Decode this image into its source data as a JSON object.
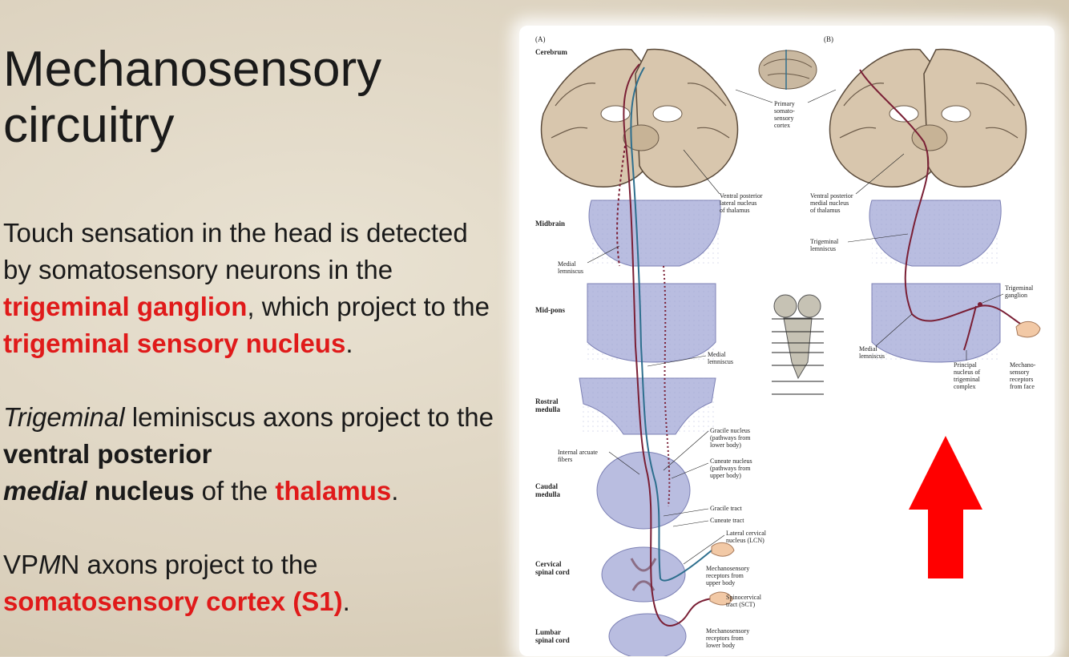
{
  "slide": {
    "title_line1": "Mechanosensory",
    "title_line2": "circuitry",
    "p1": {
      "t1": "Touch sensation in the head is detected by somatosensory neurons in the ",
      "h1": "trigeminal ganglion",
      "t2": ", which project to the ",
      "h2": "trigeminal sensory nucleus",
      "t3": "."
    },
    "p2": {
      "i1": "Trigeminal",
      "t1": " leminiscus axons project to the ",
      "b1": "ventral posterior",
      "i2": "medial",
      "t2": " nucleus",
      "t3": " of the ",
      "h1": "thalamus",
      "t4": "."
    },
    "p3": {
      "t1": "VP",
      "i1": "M",
      "t2": "N axons project to the",
      "h1": "somatosensory cortex (S1)",
      "t3": "."
    }
  },
  "figure": {
    "panel_a": "(A)",
    "panel_b": "(B)",
    "levels": {
      "cerebrum": "Cerebrum",
      "midbrain": "Midbrain",
      "midpons": "Mid-pons",
      "rostral_medulla_1": "Rostral",
      "rostral_medulla_2": "medulla",
      "caudal_medulla_1": "Caudal",
      "caudal_medulla_2": "medulla",
      "cervical_1": "Cervical",
      "cervical_2": "spinal cord",
      "lumbar_1": "Lumbar",
      "lumbar_2": "spinal cord"
    },
    "labels": {
      "primary_s1": [
        "Primary",
        "somato-",
        "sensory",
        "cortex"
      ],
      "vpl": [
        "Ventral posterior",
        "lateral nucleus",
        "of thalamus"
      ],
      "vpm": [
        "Ventral posterior",
        "medial nucleus",
        "of thalamus"
      ],
      "trigeminal_lemniscus": [
        "Trigeminal",
        "lemniscus"
      ],
      "medial_lemniscus_a1": [
        "Medial",
        "lemniscus"
      ],
      "medial_lemniscus_a2": [
        "Medial",
        "lemniscus"
      ],
      "medial_lemniscus_b": [
        "Medial",
        "lemniscus"
      ],
      "trigeminal_ganglion": [
        "Trigeminal",
        "ganglion"
      ],
      "principal_nucleus": [
        "Principal",
        "nucleus of",
        "trigeminal",
        "complex"
      ],
      "face_receptors": [
        "Mechano-",
        "sensory",
        "receptors",
        "from face"
      ],
      "internal_arcuate": [
        "Internal arcuate",
        "fibers"
      ],
      "gracile_nucleus": [
        "Gracile nucleus",
        "(pathways from",
        "lower body)"
      ],
      "cuneate_nucleus": [
        "Cuneate nucleus",
        "(pathways from",
        "upper body)"
      ],
      "gracile_tract": "Gracile tract",
      "cuneate_tract": "Cuneate tract",
      "lcn": [
        "Lateral cervical",
        "nucleus (LCN)"
      ],
      "upper_receptors": [
        "Mechanosensory",
        "receptors from",
        "upper body"
      ],
      "sct": [
        "Spinocervical",
        "tract (SCT)"
      ],
      "lower_receptors": [
        "Mechanosensory",
        "receptors from",
        "lower body"
      ]
    }
  },
  "colors": {
    "highlight_red": "#e01a1a",
    "arrow_red": "#ff0000",
    "pathway_maroon": "#7a1f35",
    "pathway_teal": "#2e6f8e",
    "section_lavender": "#b9bde0",
    "cortex_tan": "#d8c6ad"
  },
  "icons": [
    "up-arrow-icon"
  ]
}
